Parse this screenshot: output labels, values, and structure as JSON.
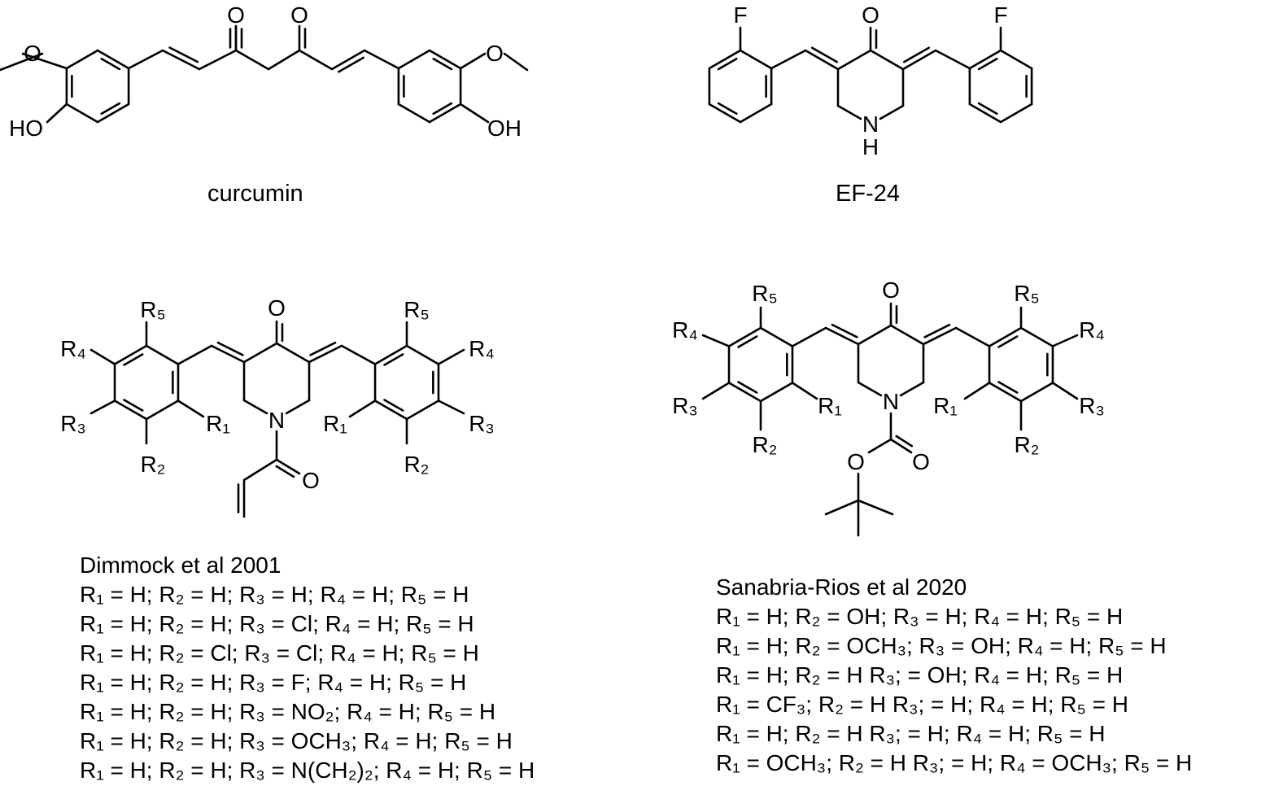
{
  "molecules": {
    "curcumin": {
      "name": "curcumin",
      "labels": [
        "O",
        "O",
        "O",
        "HO",
        "O",
        "OH"
      ]
    },
    "ef24": {
      "name": "EF-24",
      "labels": [
        "O",
        "F",
        "F",
        "N",
        "H"
      ]
    },
    "dimmock": {
      "labels": [
        "O",
        "N",
        "O",
        "R₅",
        "R₄",
        "R₃",
        "R₂",
        "R₁",
        "R₅",
        "R₄",
        "R₃",
        "R₂",
        "R₁"
      ]
    },
    "sanabria": {
      "labels": [
        "O",
        "N",
        "O",
        "O",
        "R₅",
        "R₄",
        "R₃",
        "R₂",
        "R₁",
        "R₅",
        "R₄",
        "R₃",
        "R₂",
        "R₁"
      ]
    }
  },
  "dimmock_table": {
    "title": "Dimmock et al 2001",
    "rows": [
      "R₁ = H; R₂ = H; R₃ = H; R₄ = H; R₅ = H",
      "R₁ = H; R₂ = H; R₃ = Cl; R₄ = H; R₅ = H",
      "R₁ = H; R₂ = Cl; R₃ = Cl; R₄ = H; R₅ = H",
      "R₁ = H; R₂ = H; R₃ = F; R₄ = H; R₅ = H",
      "R₁ = H; R₂ = H; R₃ = NO₂; R₄ = H; R₅ = H",
      "R₁ = H; R₂ = H; R₃ = OCH₃; R₄ = H; R₅ = H",
      "R₁ = H; R₂ = H; R₃ = N(CH₂)₂; R₄ = H; R₅ = H"
    ]
  },
  "sanabria_table": {
    "title": "Sanabria-Rios et al 2020",
    "rows": [
      "R₁ = H; R₂ = OH; R₃ = H; R₄ = H; R₅ = H",
      "R₁ = H; R₂ = OCH₃; R₃ = OH; R₄ = H; R₅ = H",
      "R₁ = H; R₂ = H R₃; = OH; R₄ = H; R₅ = H",
      "R₁ = CF₃; R₂ = H R₃; = H; R₄ = H; R₅ = H",
      "R₁ = H; R₂ = H R₃; = H; R₄ = H; R₅ = H",
      "R₁ = OCH₃; R₂ = H R₃; = H; R₄ = OCH₃; R₅ = H"
    ]
  }
}
